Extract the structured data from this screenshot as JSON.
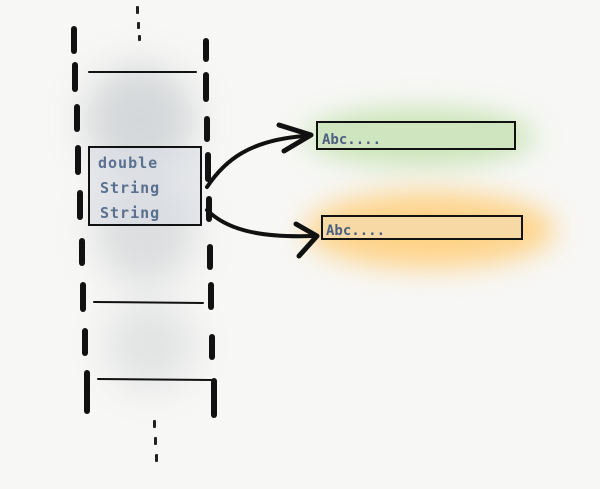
{
  "stack": {
    "frame_fields": [
      "double",
      "String",
      "String"
    ]
  },
  "heap": {
    "objects": [
      {
        "label": "Abc....",
        "glow_color": "#c8e4b8",
        "fill": "#cfe5c0"
      },
      {
        "label": "Abc....",
        "glow_color": "#ffd28a",
        "fill": "#f6d9a4"
      }
    ]
  },
  "colors": {
    "ink": "#111111",
    "stack_shadow": "#c9cdd0",
    "text": "#59708f"
  }
}
